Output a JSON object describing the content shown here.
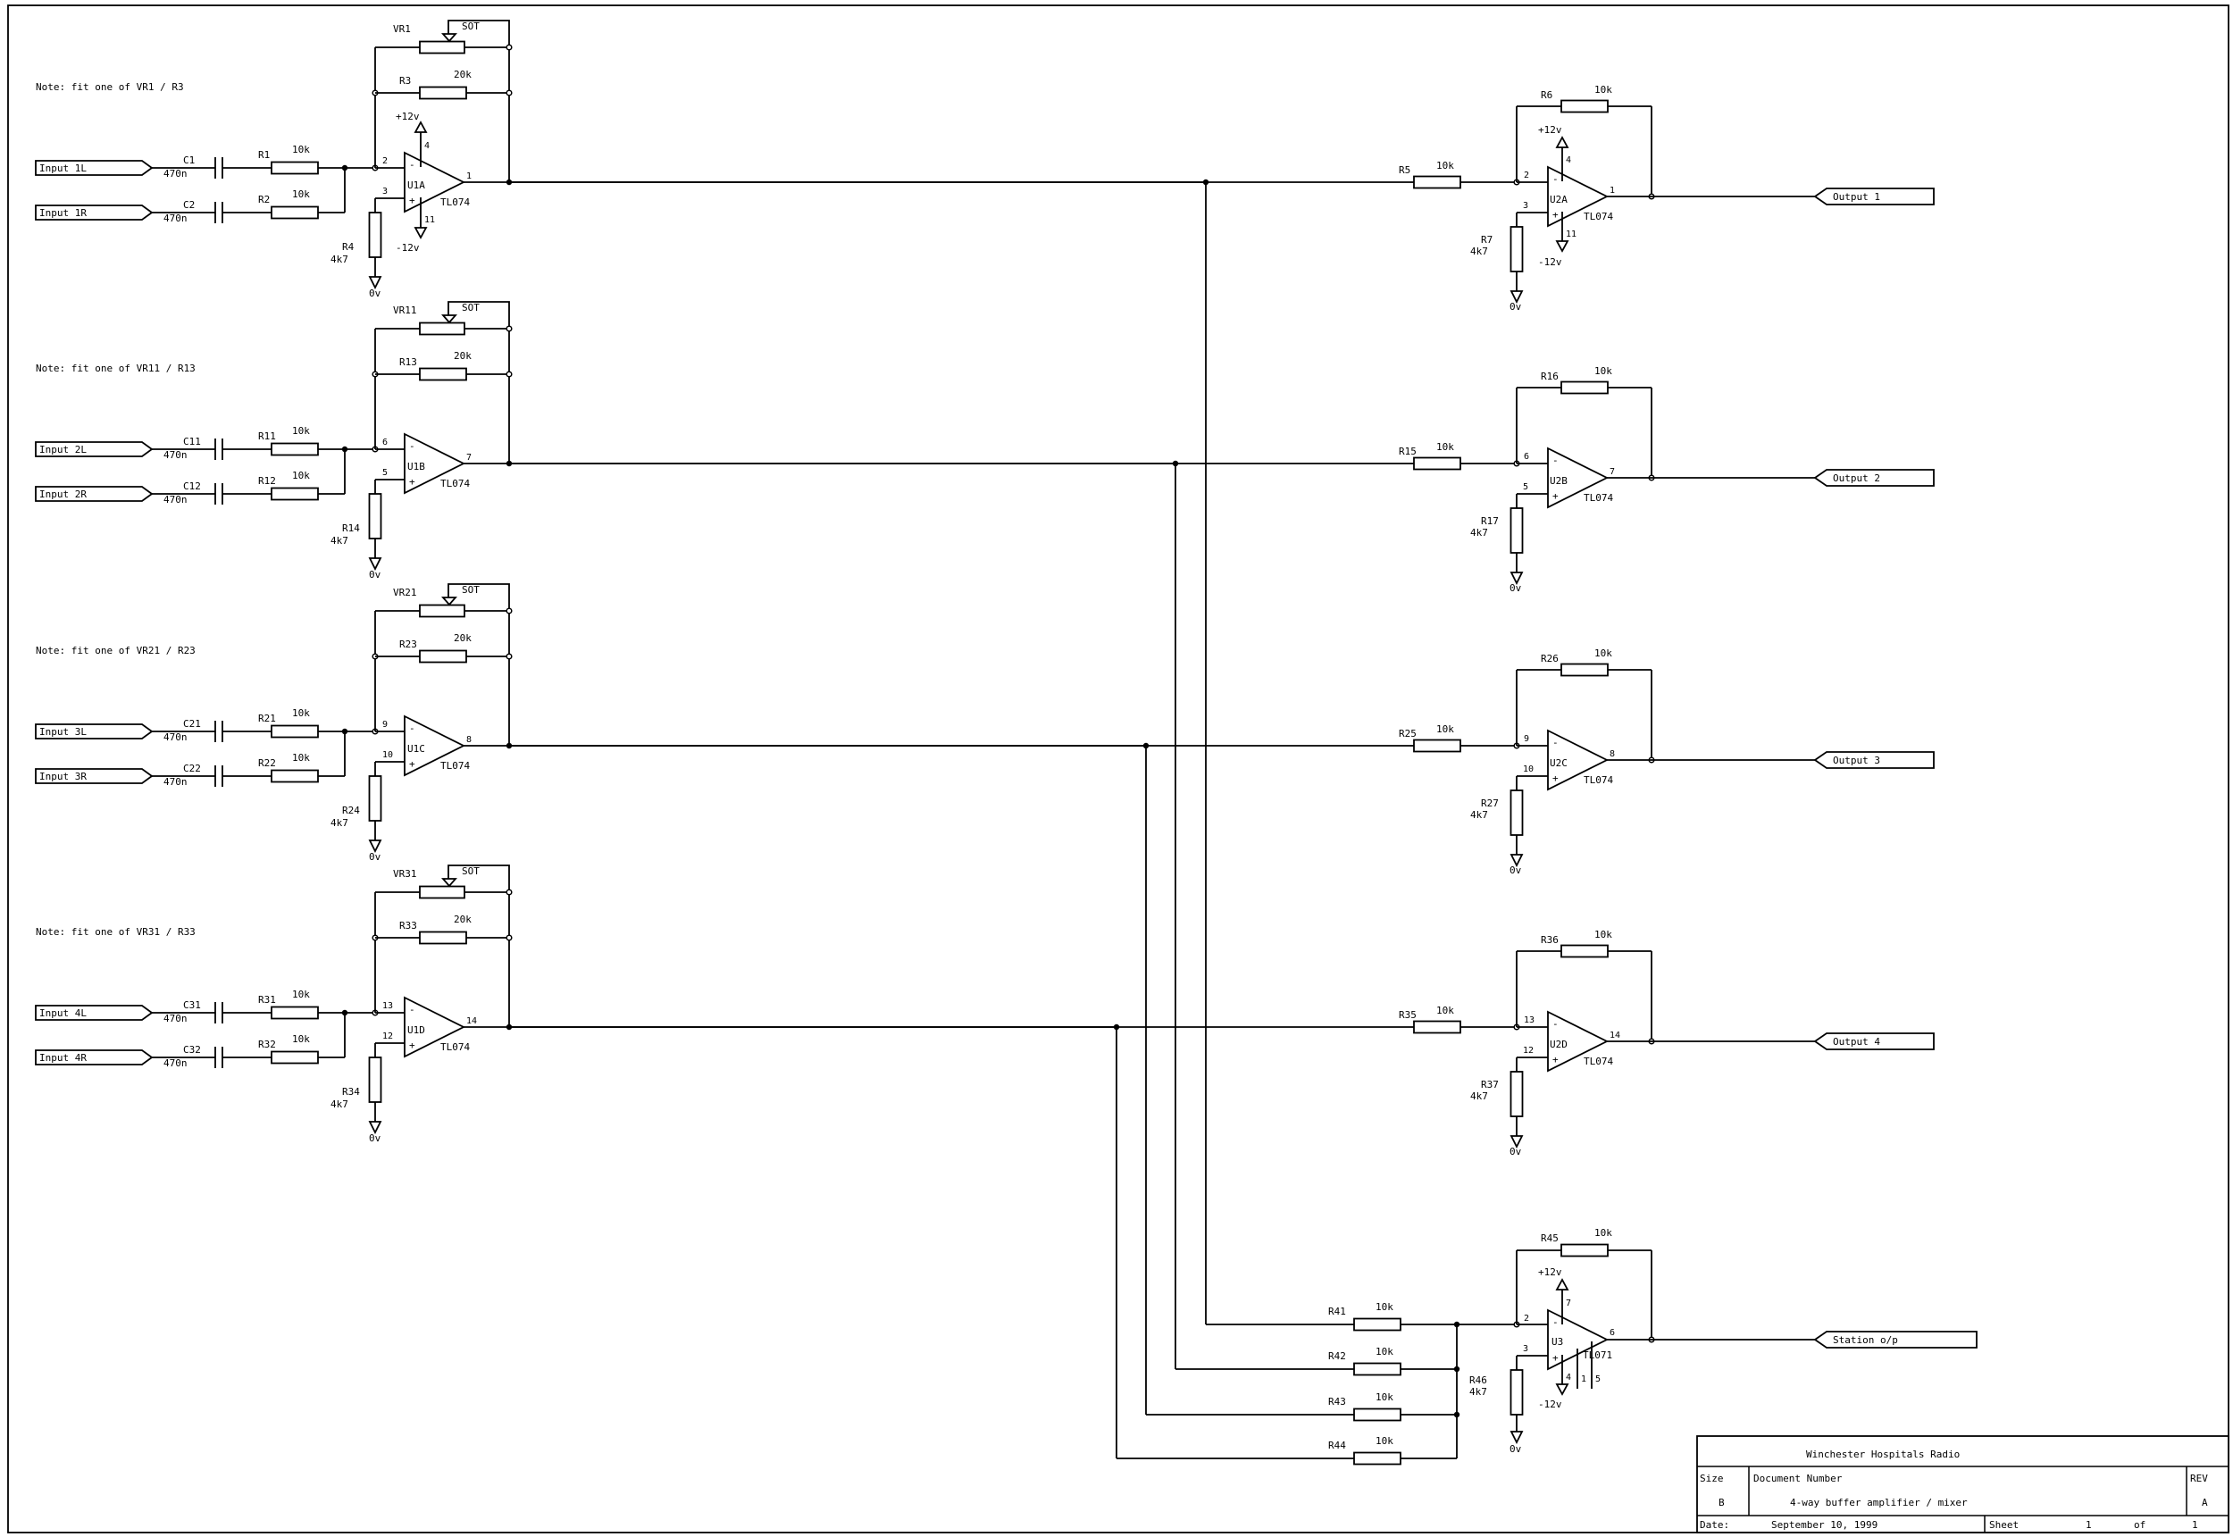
{
  "blocks": [
    {
      "note": "Note: fit one of VR1 / R3",
      "inputs": [
        "Input 1L",
        "Input 1R"
      ],
      "caps": [
        "C1",
        "C2"
      ],
      "cap_val": "470n",
      "in_res": [
        "R1",
        "R2"
      ],
      "in_res_val": "10k",
      "vr": "VR1",
      "vr_val": "SOT",
      "fb_res": "R3",
      "fb_res_val": "20k",
      "gnd_res": "R4",
      "gnd_res_val": "4k7",
      "opamp": "U1A",
      "opamp_part": "TL074",
      "pin_inv": "2",
      "pin_noninv": "3",
      "pin_out": "1",
      "supply": {
        "pos": "+12v",
        "neg": "-12v",
        "pin_pos": "4",
        "pin_neg": "11"
      },
      "ground": "0v"
    },
    {
      "note": "Note: fit one of VR11 / R13",
      "inputs": [
        "Input 2L",
        "Input 2R"
      ],
      "caps": [
        "C11",
        "C12"
      ],
      "cap_val": "470n",
      "in_res": [
        "R11",
        "R12"
      ],
      "in_res_val": "10k",
      "vr": "VR11",
      "vr_val": "SOT",
      "fb_res": "R13",
      "fb_res_val": "20k",
      "gnd_res": "R14",
      "gnd_res_val": "4k7",
      "opamp": "U1B",
      "opamp_part": "TL074",
      "pin_inv": "6",
      "pin_noninv": "5",
      "pin_out": "7",
      "ground": "0v"
    },
    {
      "note": "Note: fit one of VR21 / R23",
      "inputs": [
        "Input 3L",
        "Input 3R"
      ],
      "caps": [
        "C21",
        "C22"
      ],
      "cap_val": "470n",
      "in_res": [
        "R21",
        "R22"
      ],
      "in_res_val": "10k",
      "vr": "VR21",
      "vr_val": "SOT",
      "fb_res": "R23",
      "fb_res_val": "20k",
      "gnd_res": "R24",
      "gnd_res_val": "4k7",
      "opamp": "U1C",
      "opamp_part": "TL074",
      "pin_inv": "9",
      "pin_noninv": "10",
      "pin_out": "8",
      "ground": "0v"
    },
    {
      "note": "Note: fit one of VR31 / R33",
      "inputs": [
        "Input 4L",
        "Input 4R"
      ],
      "caps": [
        "C31",
        "C32"
      ],
      "cap_val": "470n",
      "in_res": [
        "R31",
        "R32"
      ],
      "in_res_val": "10k",
      "vr": "VR31",
      "vr_val": "SOT",
      "fb_res": "R33",
      "fb_res_val": "20k",
      "gnd_res": "R34",
      "gnd_res_val": "4k7",
      "opamp": "U1D",
      "opamp_part": "TL074",
      "pin_inv": "13",
      "pin_noninv": "12",
      "pin_out": "14",
      "ground": "0v"
    }
  ],
  "outputs": [
    {
      "in_res": "R5",
      "in_res_val": "10k",
      "fb_res": "R6",
      "fb_res_val": "10k",
      "gnd_res": "R7",
      "gnd_res_val": "4k7",
      "opamp": "U2A",
      "opamp_part": "TL074",
      "pin_inv": "2",
      "pin_noninv": "3",
      "pin_out": "1",
      "supply": {
        "pos": "+12v",
        "neg": "-12v",
        "pin_pos": "4",
        "pin_neg": "11"
      },
      "label": "Output 1",
      "ground": "0v"
    },
    {
      "in_res": "R15",
      "in_res_val": "10k",
      "fb_res": "R16",
      "fb_res_val": "10k",
      "gnd_res": "R17",
      "gnd_res_val": "4k7",
      "opamp": "U2B",
      "opamp_part": "TL074",
      "pin_inv": "6",
      "pin_noninv": "5",
      "pin_out": "7",
      "label": "Output 2",
      "ground": "0v"
    },
    {
      "in_res": "R25",
      "in_res_val": "10k",
      "fb_res": "R26",
      "fb_res_val": "10k",
      "gnd_res": "R27",
      "gnd_res_val": "4k7",
      "opamp": "U2C",
      "opamp_part": "TL074",
      "pin_inv": "9",
      "pin_noninv": "10",
      "pin_out": "8",
      "label": "Output 3",
      "ground": "0v"
    },
    {
      "in_res": "R35",
      "in_res_val": "10k",
      "fb_res": "R36",
      "fb_res_val": "10k",
      "gnd_res": "R37",
      "gnd_res_val": "4k7",
      "opamp": "U2D",
      "opamp_part": "TL074",
      "pin_inv": "13",
      "pin_noninv": "12",
      "pin_out": "14",
      "label": "Output 4",
      "ground": "0v"
    }
  ],
  "mixer": {
    "in_res": [
      "R41",
      "R42",
      "R43",
      "R44"
    ],
    "in_res_val": "10k",
    "fb_res": "R45",
    "fb_res_val": "10k",
    "gnd_res": "R46",
    "gnd_res_val": "4k7",
    "opamp": "U3",
    "opamp_part": "TL071",
    "pin_inv": "2",
    "pin_noninv": "3",
    "pin_out": "6",
    "pin_pos": "7",
    "pin_neg": "4",
    "pin_null1": "1",
    "pin_null2": "5",
    "supply_pos": "+12v",
    "supply_neg": "-12v",
    "label": "Station o/p",
    "ground": "0v"
  },
  "title_block": {
    "company": "Winchester Hospitals Radio",
    "size_label": "Size",
    "size": "B",
    "docnum_label": "Document Number",
    "title": "4-way buffer amplifier / mixer",
    "rev_label": "REV",
    "rev": "A",
    "date_label": "Date:",
    "date": "September 10, 1999",
    "sheet_label": "Sheet",
    "sheet": "1",
    "of_label": "of",
    "sheets": "1"
  }
}
